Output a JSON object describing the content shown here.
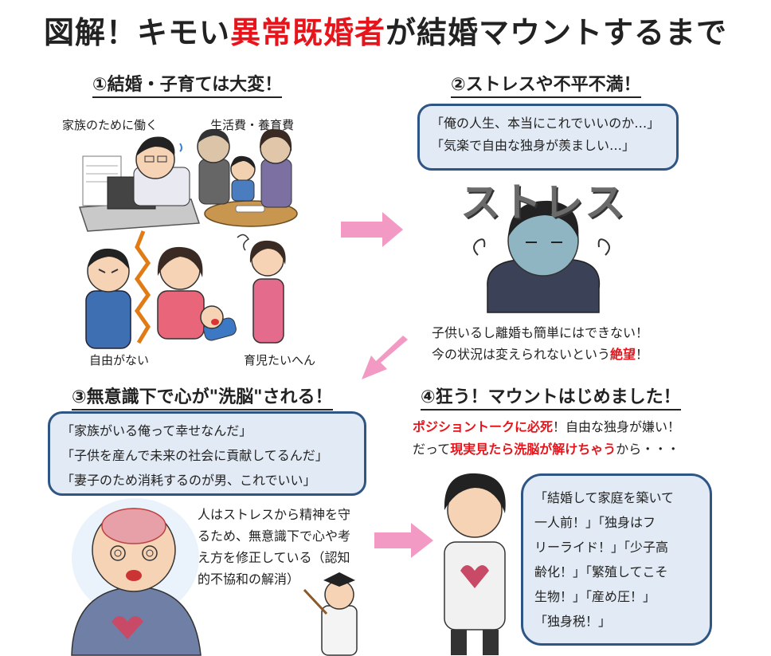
{
  "title": {
    "pre": "図解！キモい",
    "accent": "異常既婚者",
    "post": "が結婚マウントするまで"
  },
  "panel1": {
    "heading": "①結婚・子育ては大変！",
    "label_work": "家族のために働く",
    "label_cost": "生活費・養育費",
    "label_free": "自由がない",
    "label_child": "育児たいへん"
  },
  "panel2": {
    "heading": "②ストレスや不平不満！",
    "bubble": [
      "「俺の人生、本当にこれでいいのか…」",
      "「気楽で自由な独身が羨ましい…」"
    ],
    "stress_word": "ストレス",
    "note1": "子供いるし離婚も簡単にはできない！",
    "note2_pre": "今の状況は変えられないという",
    "note2_red": "絶望",
    "note2_post": "！"
  },
  "panel3": {
    "heading": "③無意識下で心が\"洗脳\"される！",
    "bubble": [
      "「家族がいる俺って幸せなんだ」",
      "「子供を産んで未来の社会に貢献してるんだ」",
      "「妻子のため消耗するのが男、これでいい」"
    ],
    "explain": [
      "人はストレスから精神を守",
      "るため、無意識下で心や考",
      "え方を修正している（認知",
      "的不協和の解消）"
    ]
  },
  "panel4": {
    "heading": "④狂う！マウントはじめました！",
    "line1_red": "ポジショントークに必死",
    "line1_post": "！自由な独身が嫌い！",
    "line2_pre": "だって",
    "line2_red": "現実見たら洗脳が解けちゃう",
    "line2_post": "から・・・",
    "bubble": [
      "「結婚して家庭を築いて",
      "一人前！」「独身はフ",
      "リーライド！」「少子高",
      "齢化！」「繁殖してこそ",
      "生物！」「産め圧！」",
      "「独身税！」"
    ]
  },
  "colors": {
    "accent_red": "#e8141b",
    "arrow_pink": "#f29ac4",
    "bubble_fill": "#e2ebf5",
    "bubble_border": "#2e5584"
  }
}
